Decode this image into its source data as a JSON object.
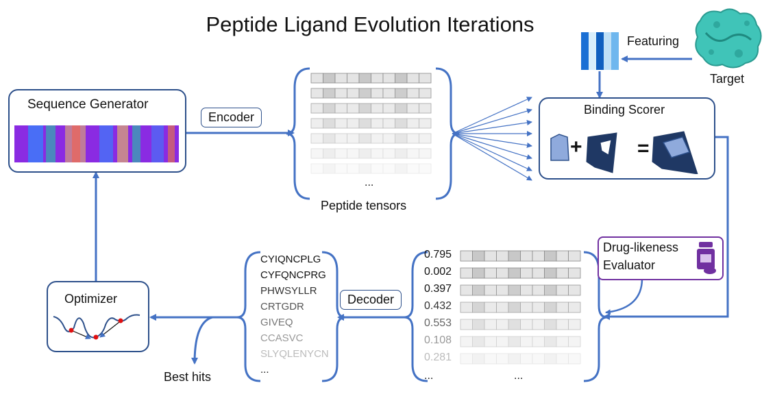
{
  "title": "Peptide Ligand Evolution Iterations",
  "sequence_generator": {
    "label": "Sequence Generator"
  },
  "encoder": {
    "label": "Encoder"
  },
  "peptide_tensors": {
    "label": "Peptide tensors",
    "ellipsis": "..."
  },
  "featuring": {
    "label": "Featuring"
  },
  "target": {
    "label": "Target"
  },
  "binding_scorer": {
    "label": "Binding Scorer",
    "plus": "+",
    "equals": "="
  },
  "drug_likeness": {
    "line1": "Drug-likeness",
    "line2": "Evaluator"
  },
  "scores": {
    "values": [
      "0.795",
      "0.002",
      "0.397",
      "0.432",
      "0.553",
      "0.108",
      "0.281"
    ],
    "ellipsis_left": "...",
    "ellipsis_right": "..."
  },
  "decoder": {
    "label": "Decoder"
  },
  "sequences": {
    "items": [
      "CYIQNCPLG",
      "CYFQNCPRG",
      "PHWSYLLR",
      "CRTGDR",
      "GIVEQ",
      "CCASVC",
      "SLYQLENYCN"
    ],
    "ellipsis": "..."
  },
  "optimizer": {
    "label": "Optimizer"
  },
  "best_hits": {
    "label": "Best hits"
  },
  "colors": {
    "edge": "#4472c4",
    "box_border": "#2c4f8a",
    "scorer_dark": "#1f3864",
    "scorer_light": "#8faadc",
    "evaluator": "#7030a0",
    "target": "#40c4b8"
  }
}
